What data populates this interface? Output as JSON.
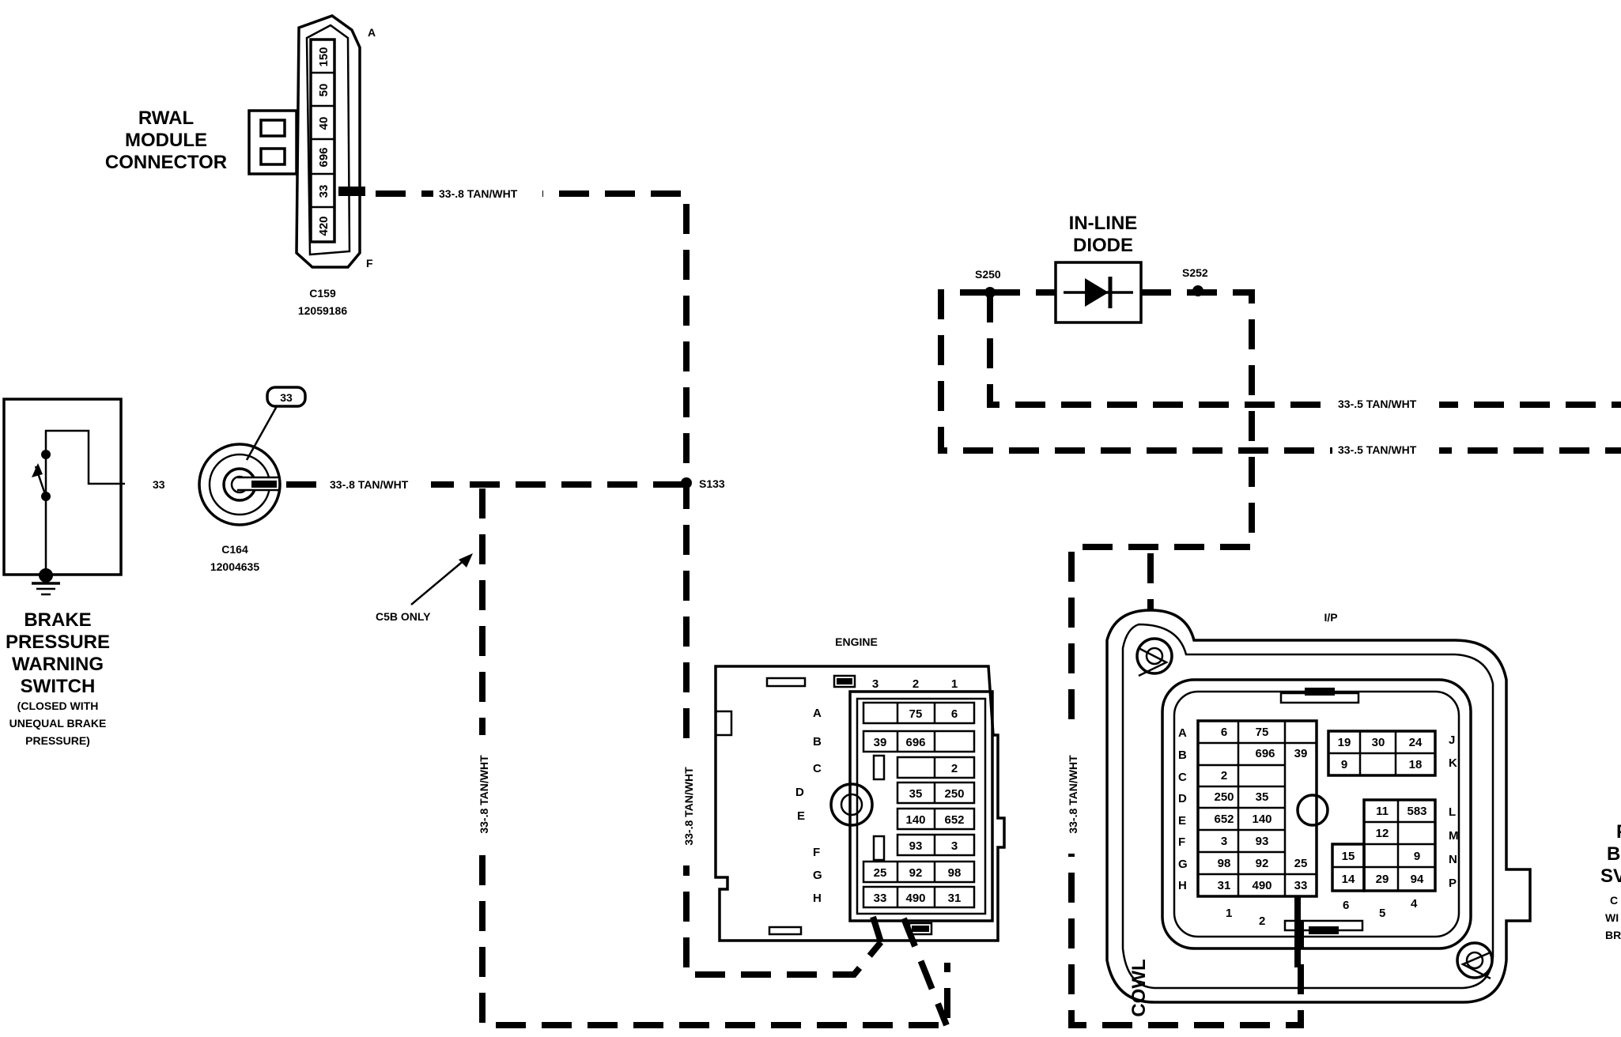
{
  "rwal": {
    "title": [
      "RWAL",
      "MODULE",
      "CONNECTOR"
    ],
    "pins": [
      "150",
      "50",
      "40",
      "696",
      "33",
      "420"
    ],
    "end_a": "A",
    "end_f": "F",
    "connector_id": "C159",
    "part_no": "12059186"
  },
  "switch": {
    "title": [
      "BRAKE",
      "PRESSURE",
      "WARNING",
      "SWITCH"
    ],
    "note": [
      "(CLOSED WITH",
      "UNEQUAL BRAKE",
      "PRESSURE)"
    ],
    "circuit": "33"
  },
  "c164": {
    "circuit_bubble": "33",
    "connector_id": "C164",
    "part_no": "12004635"
  },
  "wires": {
    "w1": "33-.8 TAN/WHT",
    "w2": "33-.8 TAN/WHT",
    "v_left": "33-.8 TAN/WHT",
    "v_mid": "33-.8 TAN/WHT",
    "v_cowl": "33-.8 TAN/WHT",
    "r1": "33-.5 TAN/WHT",
    "r2": "33-.5 TAN/WHT"
  },
  "splices": {
    "s133": "S133",
    "s250": "S250",
    "s252": "S252"
  },
  "diode": {
    "title": [
      "IN-LINE",
      "DIODE"
    ]
  },
  "c5b": "C5B ONLY",
  "engine": {
    "title": "ENGINE",
    "cols": [
      "3",
      "2",
      "1"
    ],
    "rows": [
      "A",
      "B",
      "C",
      "D",
      "E",
      "F",
      "G",
      "H"
    ],
    "cells": [
      "75",
      "6",
      "39",
      "696",
      "2",
      "35",
      "250",
      "140",
      "652",
      "93",
      "3",
      "25",
      "92",
      "98",
      "33",
      "490",
      "31"
    ]
  },
  "ip": {
    "title": "I/P",
    "rows_left": [
      "A",
      "B",
      "C",
      "D",
      "E",
      "F",
      "G",
      "H"
    ],
    "rows_right": [
      "J",
      "K",
      "L",
      "M",
      "N",
      "P"
    ],
    "cols": [
      "1",
      "2",
      "6",
      "5",
      "4"
    ],
    "cells_left": [
      "6",
      "75",
      "696",
      "39",
      "2",
      "250",
      "35",
      "652",
      "140",
      "3",
      "93",
      "98",
      "92",
      "25",
      "31",
      "490",
      "33"
    ],
    "cells_right": [
      "19",
      "30",
      "24",
      "9",
      "18",
      "11",
      "583",
      "12",
      "15",
      "9",
      "14",
      "29",
      "94"
    ]
  },
  "cowl": "COWL",
  "edge_text": [
    "P",
    "B",
    "SV",
    "C",
    "WI",
    "BR"
  ]
}
